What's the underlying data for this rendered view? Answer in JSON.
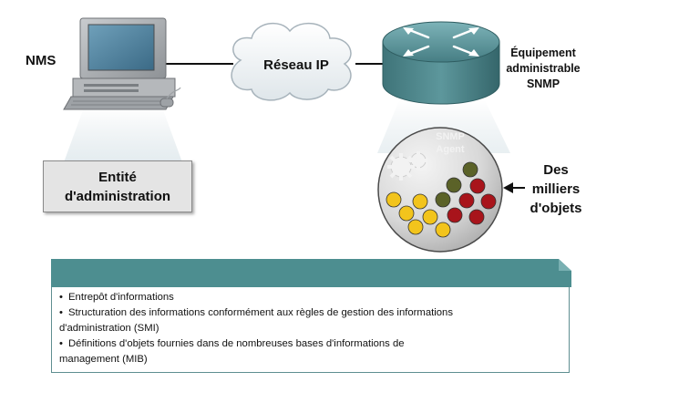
{
  "nms": {
    "label": "NMS"
  },
  "admin_entity": {
    "line1": "Entité",
    "line2": "d'administration"
  },
  "network": {
    "label": "Réseau IP"
  },
  "device": {
    "line1": "Équipement",
    "line2": "administrable",
    "line3": "SNMP"
  },
  "agent": {
    "line1": "SNMP",
    "line2": "Agent"
  },
  "objects": {
    "line1": "Des",
    "line2": "milliers",
    "line3": "d'objets"
  },
  "notes": {
    "bullet": "•",
    "items": [
      {
        "line1": "Entrepôt d'informations"
      },
      {
        "line1": "Structuration des informations conformément aux règles de gestion des informations",
        "line2": "d'administration (SMI)"
      },
      {
        "line1": "Définitions d'objets fournies dans de nombreuses bases d'informations de",
        "line2": "management (MIB)"
      }
    ]
  },
  "colors": {
    "header_teal": "#4d8e90",
    "router_teal": "#4f8e93",
    "object_yellow": "#f2c41c",
    "object_olive": "#5b6228",
    "object_red": "#a8141b"
  }
}
